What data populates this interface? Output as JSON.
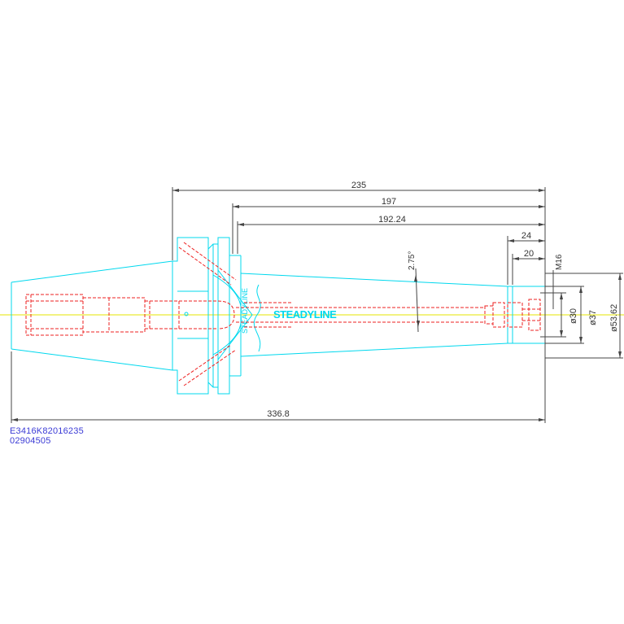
{
  "drawing": {
    "brand": "STEADYLINE",
    "dimensions": {
      "overall_length": "336.8",
      "gauge_length": "235",
      "length_197": "197",
      "length_192": "192.24",
      "length_24": "24",
      "length_20": "20",
      "thread": "M16",
      "taper_angle": "2.75°",
      "dia_30": "ø30",
      "dia_37": "ø37",
      "dia_53": "ø53.62"
    },
    "part_code": "E3416K82016235",
    "part_number": "02904505",
    "colors": {
      "outline": "#00d8ee",
      "hidden": "#ee2222",
      "centerline": "#eeee00",
      "dimension": "#444444",
      "text": "#3b3bd6"
    }
  }
}
